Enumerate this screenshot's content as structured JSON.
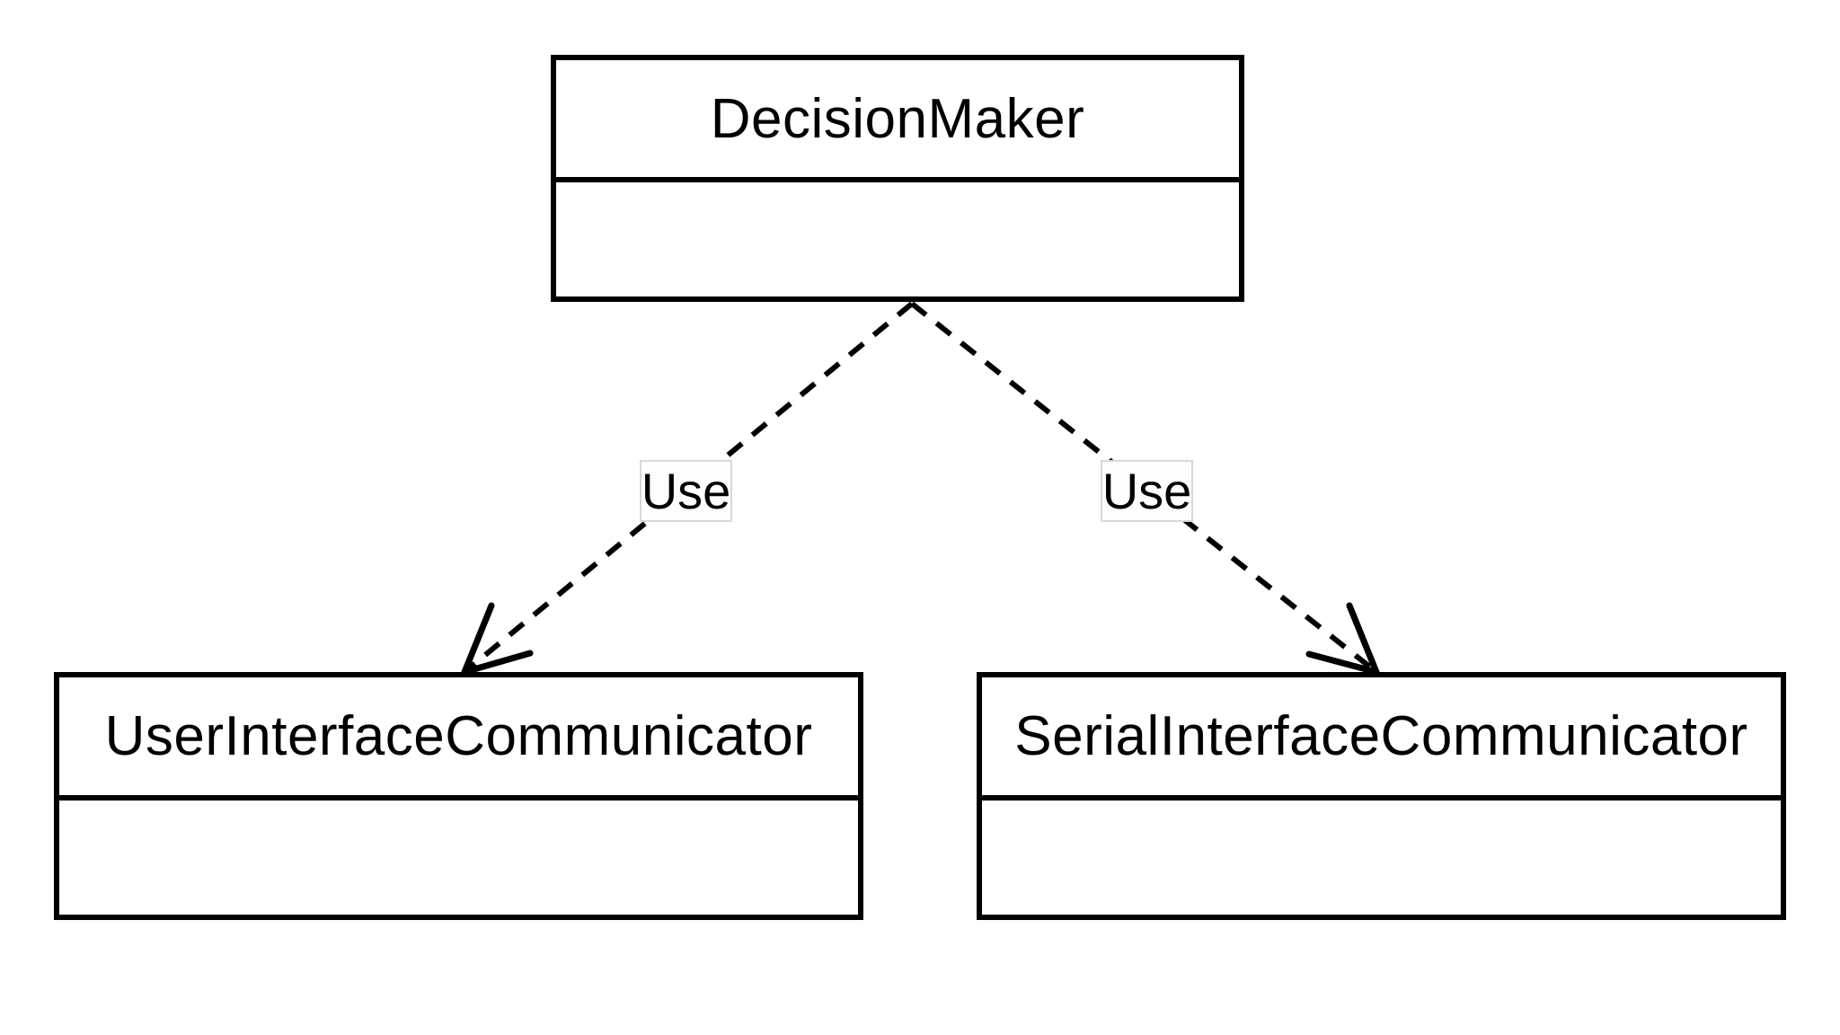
{
  "diagram": {
    "kind": "uml-class-diagram",
    "colors": {
      "stroke": "#000000",
      "background": "#ffffff",
      "edge_label_border": "#d8d8d8"
    },
    "classes": [
      {
        "name": "DecisionMaker",
        "attributes_text": ""
      },
      {
        "name": "UserInterfaceCommunicator",
        "attributes_text": ""
      },
      {
        "name": "SerialInterfaceCommunicator",
        "attributes_text": ""
      }
    ],
    "edges": [
      {
        "from": "DecisionMaker",
        "to": "UserInterfaceCommunicator",
        "label": "Use",
        "line_style": "dashed",
        "arrowhead": "open"
      },
      {
        "from": "DecisionMaker",
        "to": "SerialInterfaceCommunicator",
        "label": "Use",
        "line_style": "dashed",
        "arrowhead": "open"
      }
    ]
  }
}
